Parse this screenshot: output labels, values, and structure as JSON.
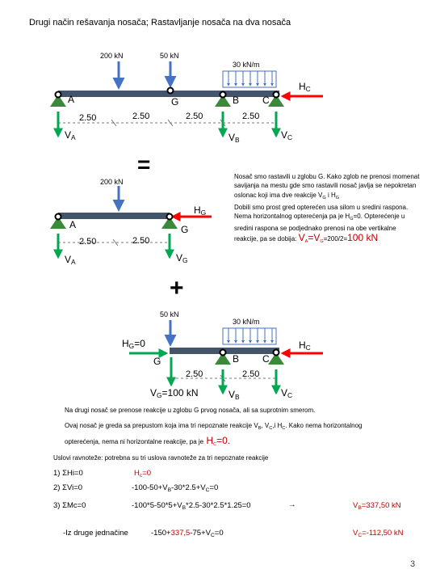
{
  "title": "Drugi način rešavanja  nosača;  Rastavljanje nosača na dva  nosača",
  "beam1": {
    "load_200": "200 kN",
    "load_50": "50 kN",
    "dist_load": "30 kN/m",
    "hc": "H",
    "hc_sub": "C",
    "label_a": "A",
    "label_g": "G",
    "label_b": "B",
    "label_c": "C",
    "dims": [
      "2.50",
      "2.50",
      "2.50",
      "2.50"
    ],
    "va": "V",
    "va_sub": "A",
    "vb": "V",
    "vb_sub": "B",
    "vc": "V",
    "vc_sub": "C"
  },
  "equals": "=",
  "beam2": {
    "load_200": "200 kN",
    "hg": "H",
    "hg_sub": "G",
    "label_a": "A",
    "label_g": "G",
    "dims": [
      "2.50",
      "2.50"
    ],
    "va": "V",
    "va_sub": "A",
    "vg": "V",
    "vg_sub": "G"
  },
  "note": {
    "p1": "Nosač smo rastavili u zglobu G. Kako zglob ne prenosi momenat savijanja na mestu gde smo rastavili nosač javlja se nepokretan oslonac koji ima dve reakcije V",
    "p1_sub1": "G",
    "p1_mid": " i H",
    "p1_sub2": "G",
    "p2": "Dobili smo prost gred opterećen usa silom u sredini raspona. Nema horizontalnog opterećenja pa je H",
    "p2_sub": "G",
    "p2_end": "=0. Opterećenje u sredini raspona se podjednako prenosi na obe vertikalne reakcije, pa se dobija:",
    "result_v": "V",
    "result_sub1": "A",
    "result_eq": "=V",
    "result_sub2": "G",
    "result_tail": "=200/2=",
    "result_val": "100 kN"
  },
  "plus": "+",
  "beam3": {
    "load_50": "50 kN",
    "dist_load": "30 kN/m",
    "hg_eq": "H",
    "hg_eq_sub": "G",
    "hg_eq_tail": "=0",
    "hc": "H",
    "hc_sub": "C",
    "label_g": "G",
    "label_b": "B",
    "label_c": "C",
    "dims": [
      "2.50",
      "2.50"
    ],
    "vg_eq": "V",
    "vg_eq_sub": "G",
    "vg_eq_tail": "=100 kN",
    "vb": "V",
    "vb_sub": "B",
    "vc": "V",
    "vc_sub": "C"
  },
  "text1": "Na drugi nosač se prenose reakcije u zglobu G prvog nosača, ali sa suprotnim smerom.",
  "text2a": "Ovaj nosač je greda sa prepustom koja ima tri nepoznate reakcije  V",
  "text2_sub1": "B",
  "text2b": ", V",
  "text2_sub2": "C",
  "text2c": ",i H",
  "text2_sub3": "C",
  "text2d": ". Kako nema horizontalnog",
  "text3a": "opterećenja, nema ni horizontalne reakcije, pa je",
  "text3_h": " H",
  "text3_sub": "C",
  "text3_val": "=0.",
  "text4": "Uslovi  ravnoteže: potrebna su  tri uslova ravnoteže za  tri nepoznate reakcije",
  "equations": {
    "c1_label": "1)  ΣHi=0",
    "c1_h": "H",
    "c1_sub": "c",
    "c1_val": "=0",
    "c2_label": "2)  ΣVi=0",
    "c2_a": "-100-50+V",
    "c2_sub1": "B",
    "c2_b": "-30*2.5+V",
    "c2_sub2": "C",
    "c2_c": "=0",
    "c3_label": "3)  ΣMc=0",
    "c3_a": "-100*5-50*5+V",
    "c3_sub": "B",
    "c3_b": "*2.5-30*2.5*1.25=0",
    "arrow": "→",
    "r1_v": "V",
    "r1_sub": "B",
    "r1_val": "=337,50 kN",
    "c4_label": "-Iz druge jednačine",
    "c4_a": "-150+",
    "c4_red": "337,5",
    "c4_b": "-75+V",
    "c4_sub": "C",
    "c4_c": "=0",
    "r2_v": "V",
    "r2_sub": "C",
    "r2_val": "=-112,50 kN"
  },
  "page_number": "3",
  "colors": {
    "beam": "#44546a",
    "load": "#4472c4",
    "reaction_red": "#ff0000",
    "reaction_green": "#00a850",
    "support": "#3a8a3a"
  }
}
